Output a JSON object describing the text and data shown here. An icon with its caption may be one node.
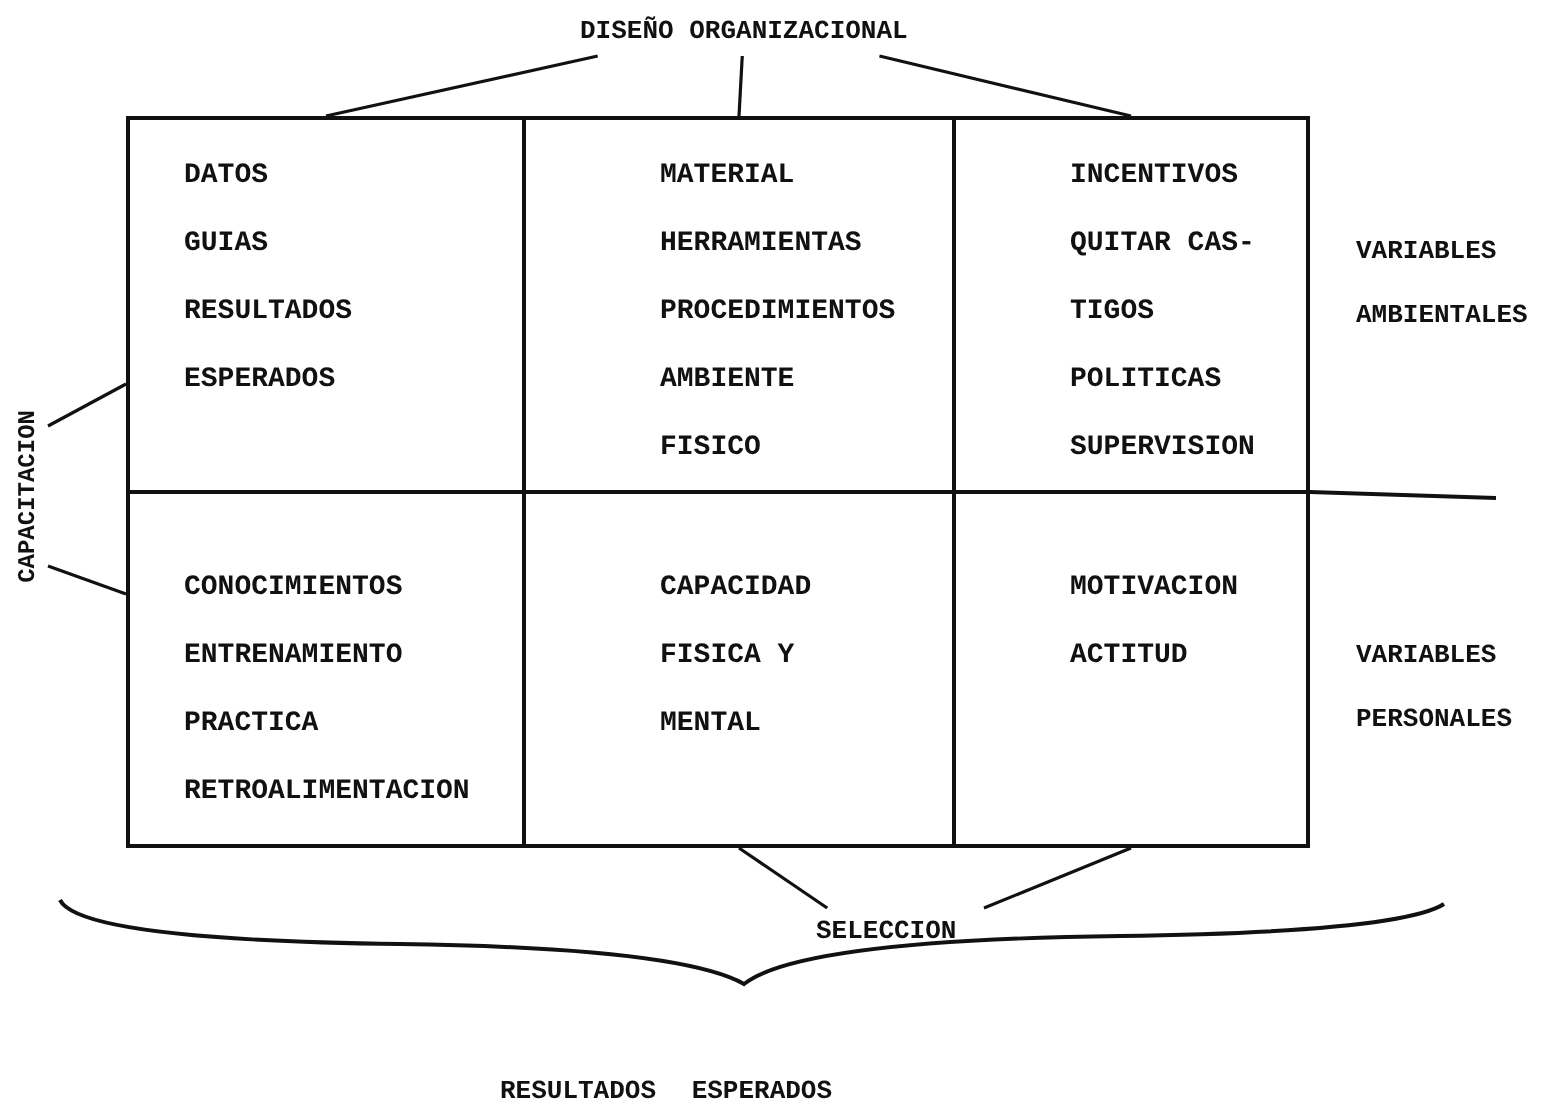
{
  "diagram": {
    "nodes": [
      {
        "text": [
          "DISEÑO ORGANIZACIONAL"
        ]
      },
      {
        "text": [
          "DATOS",
          "GUIAS",
          "RESULTADOS ESPERADOS"
        ]
      },
      {
        "text": [
          "MATERIAL",
          "HERRAMIENTAS",
          "PROCEDIMIENTOS",
          "AMBIENTE FISICO"
        ]
      },
      {
        "text": [
          "INCENTIVOS",
          "QUITAR CAS- TIGOS",
          "POLITICAS",
          "SUPERVISION"
        ]
      },
      {
        "text": [
          "CONOCIMIENTOS",
          "ENTRENAMIENTO",
          "PRACTICA",
          "RETROALIMENTACION"
        ]
      },
      {
        "text": [
          "CAPACIDAD FISICA Y MENTAL"
        ]
      },
      {
        "text": [
          "MOTIVACION",
          "ACTITUD"
        ]
      },
      {
        "text": [
          "CAPACITACION"
        ]
      },
      {
        "text": [
          "SELECCION"
        ]
      }
    ],
    "edges": [
      {
        "from": 0,
        "to": 1,
        "arrow": "none"
      },
      {
        "from": 0,
        "to": 2,
        "arrow": "none"
      },
      {
        "from": 0,
        "to": 3,
        "arrow": "none"
      },
      {
        "from": 7,
        "to": 1,
        "arrow": "none"
      },
      {
        "from": 7,
        "to": 4,
        "arrow": "none"
      },
      {
        "from": 8,
        "to": 5,
        "arrow": "none"
      },
      {
        "from": 8,
        "to": 6,
        "arrow": "none"
      }
    ],
    "labels": [
      "VARIABLES AMBIENTALES",
      "VARIABLES PERSONALES",
      "RESULTADOS ESPERADOS"
    ]
  }
}
